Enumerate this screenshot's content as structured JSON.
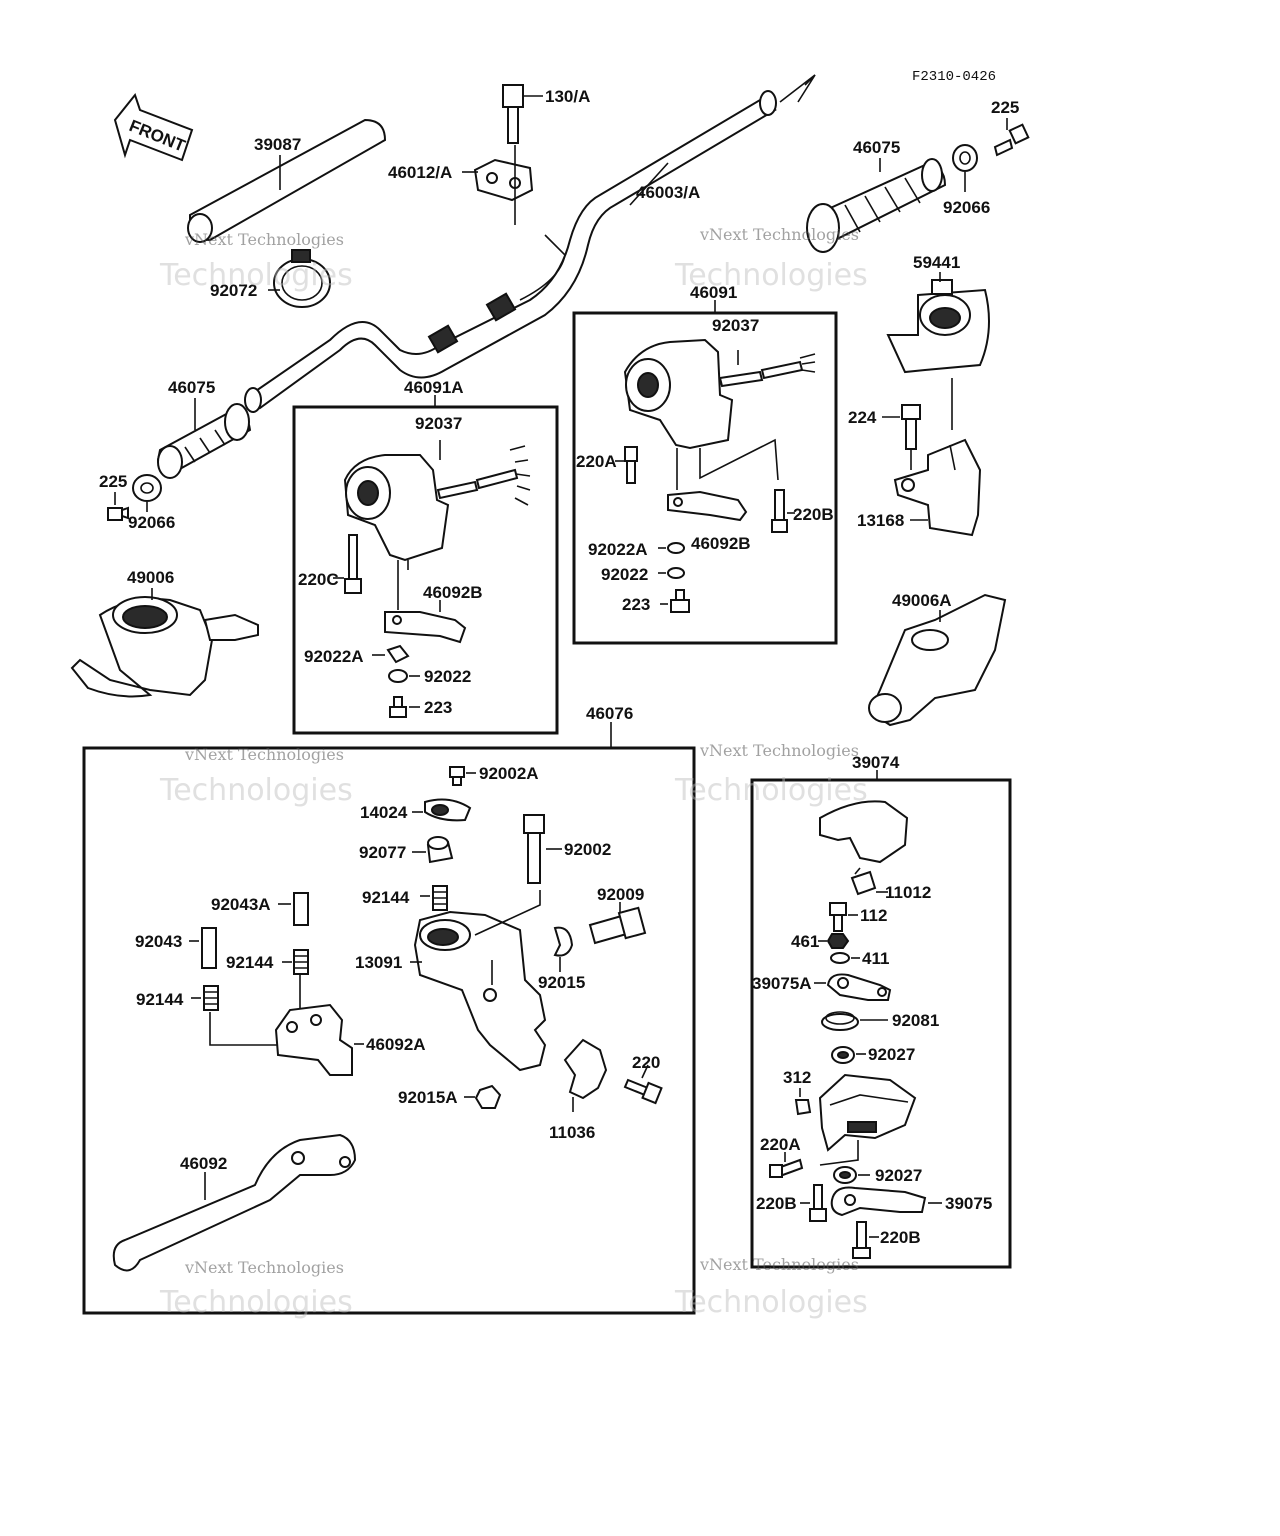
{
  "diagram_code": "F2310-0426",
  "front_label": "FRONT",
  "watermark": {
    "line1": "vNext Technologies",
    "line2": "Technologies",
    "line3": "vNext"
  },
  "parts": {
    "p130A": "130/A",
    "p46012A": "46012/A",
    "p46003A": "46003/A",
    "p39087": "39087",
    "p92072": "92072",
    "p46075_r": "46075",
    "p225_r": "225",
    "p92066_r": "92066",
    "p46075_l": "46075",
    "p225_l": "225",
    "p92066_l": "92066",
    "p59441": "59441",
    "p224": "224",
    "p13168": "13168",
    "p49006": "49006",
    "p49006A": "49006A",
    "p46091": "46091",
    "p92037_r": "92037",
    "p220A_r": "220A",
    "p220B_r": "220B",
    "p92022A_r": "92022A",
    "p46092B_r": "46092B",
    "p92022_r": "92022",
    "p223_r": "223",
    "p46091A": "46091A",
    "p92037_l": "92037",
    "p220C": "220C",
    "p46092B_l": "46092B",
    "p92022A_l": "92022A",
    "p92022_l": "92022",
    "p223_l": "223",
    "p46076": "46076",
    "p92002A": "92002A",
    "p14024": "14024",
    "p92077": "92077",
    "p92002": "92002",
    "p92144_a": "92144",
    "p92009": "92009",
    "p92043A": "92043A",
    "p92043": "92043",
    "p92144_b": "92144",
    "p13091": "13091",
    "p92015": "92015",
    "p92144_c": "92144",
    "p46092A": "46092A",
    "p220": "220",
    "p92015A": "92015A",
    "p11036": "11036",
    "p46092": "46092",
    "p39074": "39074",
    "p11012": "11012",
    "p112": "112",
    "p461": "461",
    "p411": "411",
    "p39075A": "39075A",
    "p92081": "92081",
    "p92027_a": "92027",
    "p312": "312",
    "p220A_c": "220A",
    "p92027_b": "92027",
    "p220B_a": "220B",
    "p39075": "39075",
    "p220B_b": "220B"
  }
}
